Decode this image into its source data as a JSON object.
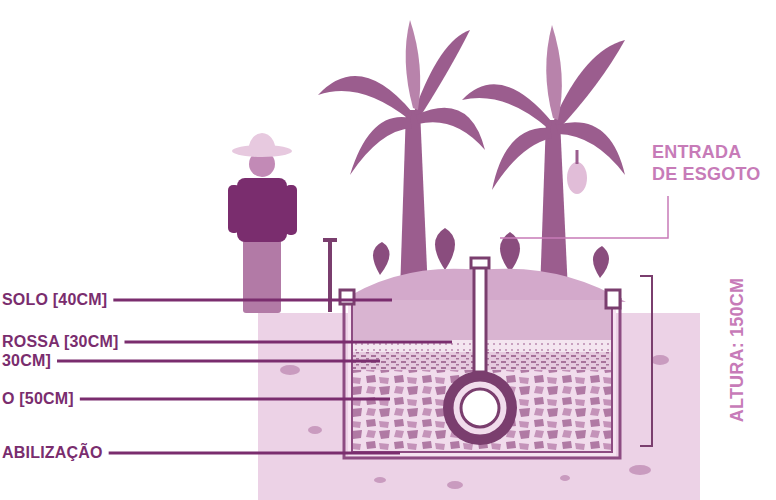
{
  "diagram": {
    "labels": [
      "ENTRADA DE ESGOTO",
      "SOLO [40CM]",
      "ROSSA [30CM]",
      "30CM]",
      "O [50CM]",
      "ABILIZAÇÃO",
      "ALTURA: 150CM"
    ]
  }
}
